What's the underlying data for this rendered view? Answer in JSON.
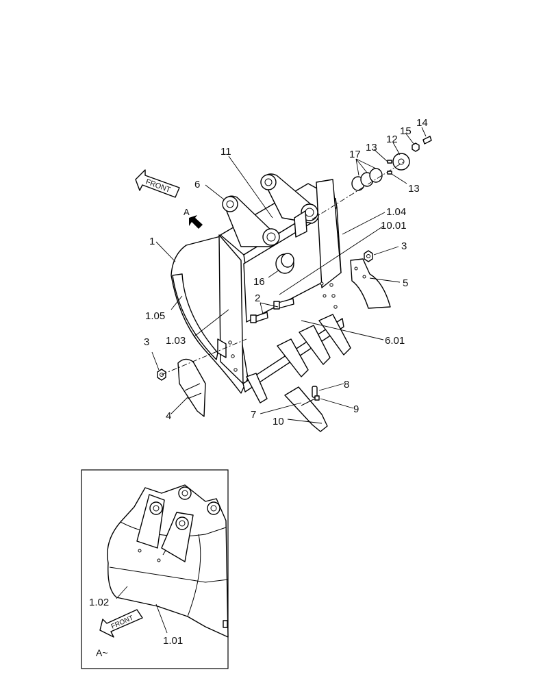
{
  "callouts": {
    "c14": "14",
    "c15": "15",
    "c12": "12",
    "c13a": "13",
    "c13b": "13",
    "c17": "17",
    "c11": "11",
    "c6": "6",
    "c1_04": "1.04",
    "c10_01": "10.01",
    "c3a": "3",
    "c1": "1",
    "c16": "16",
    "c5": "5",
    "c2": "2",
    "c1_05": "1.05",
    "c1_03": "1.03",
    "c6_01": "6.01",
    "c3b": "3",
    "c8": "8",
    "c9": "9",
    "c7": "7",
    "c10": "10",
    "c4": "4",
    "cA": "A",
    "c1_02": "1.02",
    "c1_01": "1.01"
  },
  "front_arrows": {
    "main": "FRONT",
    "inset": "FRONT"
  },
  "view_label": "A~",
  "colors": {
    "line": "#000000",
    "background": "#ffffff"
  }
}
